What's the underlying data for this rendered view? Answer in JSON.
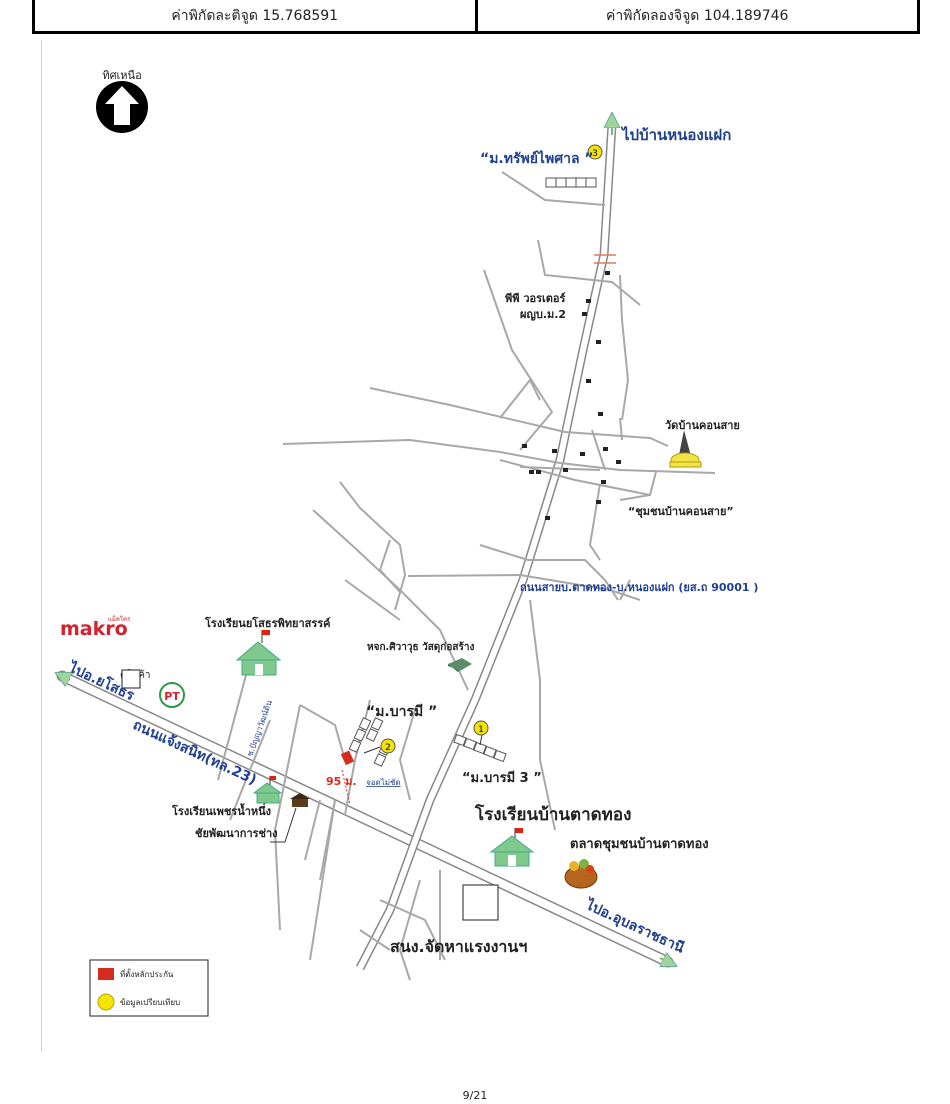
{
  "coords": {
    "latitude": "ค่าพิกัดละติจูด 15.768591",
    "longitude": "ค่าพิกัดลองจิจูด 104.189746"
  },
  "map": {
    "north": "ทิศเหนือ",
    "labels": {
      "to_nong_faek": "ไปบ้านหนองแฝก",
      "village_sap_phaisan": "“ม.ทรัพย์ไพศาล ”",
      "pp_water": "พีพี วอรเตอร์",
      "headman": "ผญบ.ม.2",
      "temple": "วัดบ้านคอนสาย",
      "community": "“ชุมชนบ้านคอนสาย”",
      "local_road": "ถนนสายบ.ตาดทอง-บ.หนองแฝก (ยส.ถ 90001 )",
      "makro": "makro",
      "makro_small": "แม็คโคร",
      "yaso_school": "โรงเรียนยโสธรพิทยาสรรค์",
      "shop_construction": "หจก.ศิวาวุธ วัสดุก่อสร้าง",
      "phone_booth": "ตู้โบค้า",
      "to_yasothon": "ไปอ.ยโสธร",
      "highway": "ถนนแจ้งสนิท(ทล.23)",
      "village_barami": "“ม.บารมี ”",
      "soi": "ซ.ปัญญาวัฒน์ดิน",
      "distance": "95 ม.",
      "parking": "จอดไม่ชัด",
      "village_barami3": "“ม.บารมี 3 ”",
      "school_tat_thong": "โรงเรียนบ้านตาดทอง",
      "market": "ตลาดชุมชนบ้านตาดทอง",
      "petch_school": "โรงเรียนเพชรน้ำหนึ่ง",
      "mechanic": "ชัยพัฒนาการช่าง",
      "to_ubon": "ไปอ.อุบลราชธานี",
      "labor_office": "สนง.จัดหาแรงงานฯ",
      "marker_1": "1",
      "marker_2": "2",
      "marker_3": "3"
    },
    "legend": {
      "collateral": "ที่ตั้งหลักประกัน",
      "comparison": "ข้อมูลเปรียบเทียบ"
    },
    "colors": {
      "road": "#a8a8a8",
      "road_label": "#1f3f8f",
      "marker_yellow": "#f5e400",
      "collateral_red": "#d62c1e",
      "school_green": "#7fc98d",
      "makro_red": "#d5212b"
    }
  },
  "footer": {
    "page": "9/21"
  }
}
